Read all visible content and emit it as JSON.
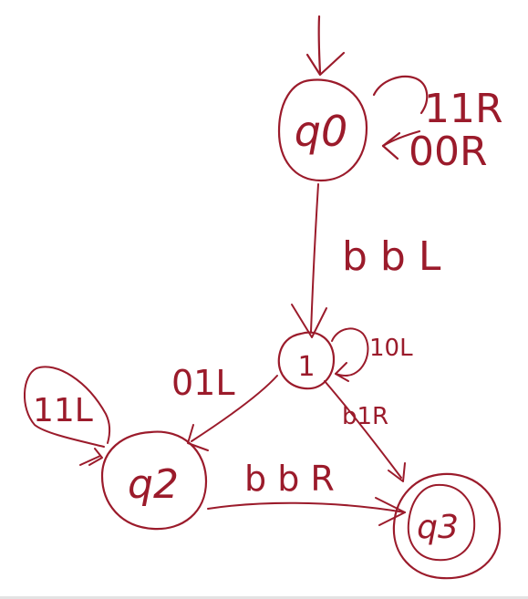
{
  "diagram": {
    "type": "turing-machine-state-diagram",
    "ink_color": "#9b1b2b",
    "states": {
      "q0": {
        "label": "q0",
        "initial": true,
        "accepting": false
      },
      "q1": {
        "label": "1",
        "initial": false,
        "accepting": false
      },
      "q2": {
        "label": "q2",
        "initial": false,
        "accepting": false
      },
      "q3": {
        "label": "q3",
        "initial": false,
        "accepting": true
      }
    },
    "transitions": {
      "q0_self": {
        "from": "q0",
        "to": "q0",
        "labels": [
          "11R",
          "00R"
        ]
      },
      "q0_q1": {
        "from": "q0",
        "to": "q1",
        "label": "b b L"
      },
      "q1_self": {
        "from": "q1",
        "to": "q1",
        "label": "10L"
      },
      "q1_q2": {
        "from": "q1",
        "to": "q2",
        "label": "01L"
      },
      "q1_q3": {
        "from": "q1",
        "to": "q3",
        "label": "b1R"
      },
      "q2_self": {
        "from": "q2",
        "to": "q2",
        "label": "11L"
      },
      "q2_q3": {
        "from": "q2",
        "to": "q3",
        "label": "b b R"
      }
    }
  }
}
